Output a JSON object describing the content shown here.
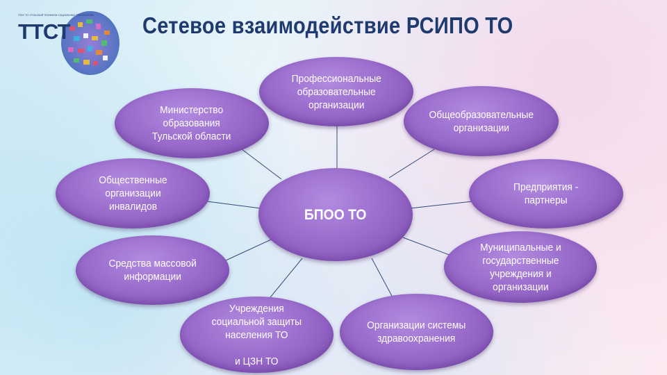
{
  "header": {
    "title": "Сетевое взаимодействие РСИПО ТО",
    "logo_text": "ТТСТ",
    "logo_subtext": "ГПОУ ТО «ТУЛЬСКИЙ ТЕХНИКУМ СОЦИАЛЬНЫХ ТЕХНОЛОГИЙ»"
  },
  "diagram": {
    "center": "БПОО ТО",
    "nodes": {
      "professional": "Профессиональные\nобразовательные\nорганизации",
      "general": "Общеобразовательные\nорганизации",
      "enterprises": "Предприятия -\nпартнеры",
      "municipal": "Муниципальные и\nгосударственные\nучреждения и\nорганизации",
      "healthcare": "Организации системы\nздравоохранения",
      "social": "Учреждения\nсоциальной защиты\nнаселения ТО\n\nи ЦЗН ТО",
      "media": "Средства массовой\nинформации",
      "public": "Общественные\nорганизации\nинвалидов",
      "ministry": "Министерство\nобразования\nТульской области"
    }
  },
  "colors": {
    "title": "#1f3a6e",
    "node_fill": "#9667c9",
    "line": "#2f4a7a"
  }
}
